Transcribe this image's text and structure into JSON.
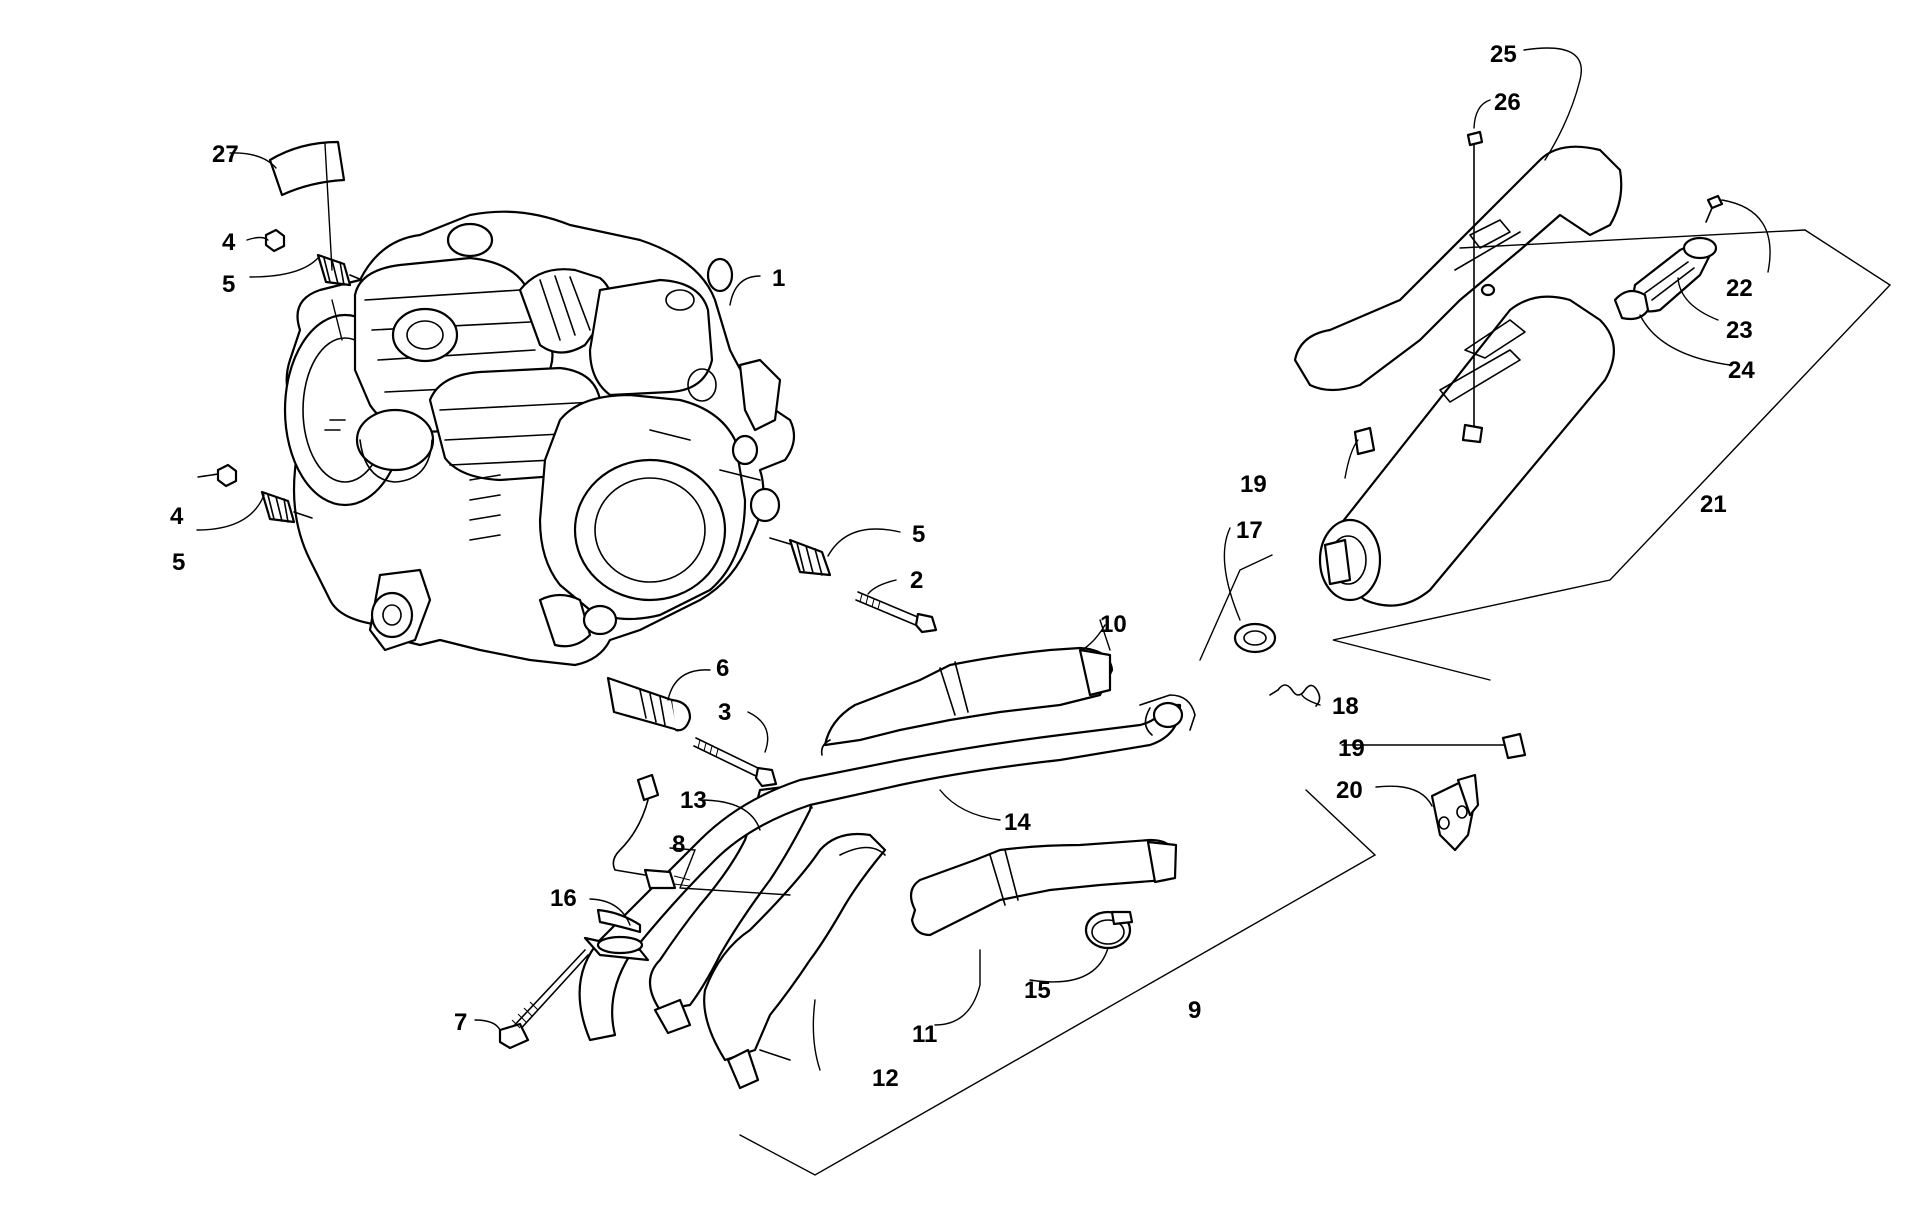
{
  "callouts": {
    "c1": "1",
    "c2": "2",
    "c3": "3",
    "c4a": "4",
    "c4b": "4",
    "c5a": "5",
    "c5b": "5",
    "c5c": "5",
    "c6": "6",
    "c7": "7",
    "c8": "8",
    "c9": "9",
    "c10": "10",
    "c11": "11",
    "c12": "12",
    "c13": "13",
    "c14": "14",
    "c15": "15",
    "c16": "16",
    "c17": "17",
    "c18": "18",
    "c19a": "19",
    "c19b": "19",
    "c20": "20",
    "c21": "21",
    "c22": "22",
    "c23": "23",
    "c24": "24",
    "c25": "25",
    "c26": "26",
    "c27": "27"
  }
}
